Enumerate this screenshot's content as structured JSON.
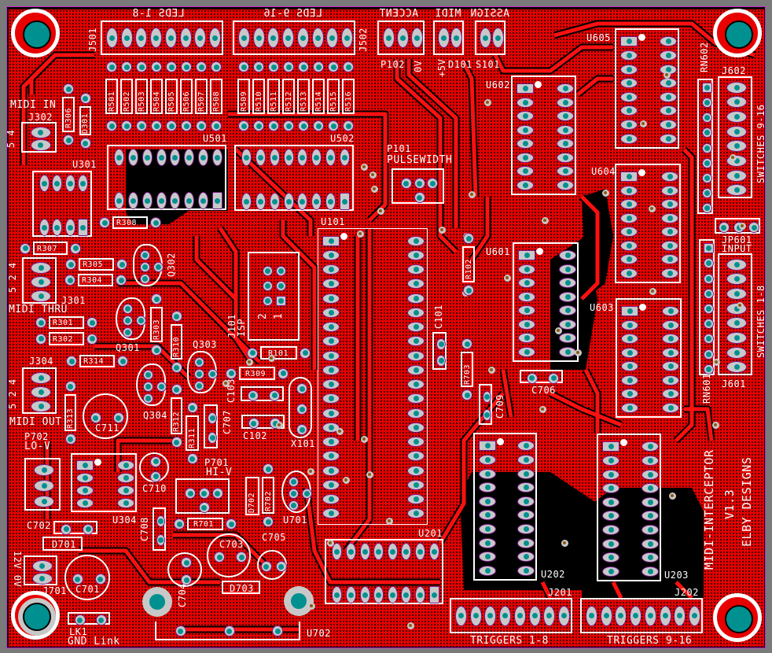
{
  "board": {
    "name": "MIDI-INTERCEPTOR",
    "version": "V1.3",
    "maker": "ELBY DESIGNS",
    "colors": {
      "copper": "#e80000",
      "silkscreen": "#ffffff",
      "pad": "#c8c8c8",
      "drill": "#009090",
      "background": "#7a7a7a"
    }
  },
  "headers": {
    "leds_1_8": "LEDS 1-8",
    "leds_9_16": "LEDS 9-16",
    "accent": "ACCENT",
    "midi": "MIDI",
    "assign": "ASSIGN",
    "pulsewidth": "PULSEWIDTH",
    "midi_in": "MIDI IN",
    "midi_thru": "MIDI THRU",
    "midi_out": "MIDI OUT",
    "lo_v": "LO-V",
    "hi_v": "HI-V",
    "isp": "ISP",
    "switches_9_16": "SWITCHES 9-16",
    "switches_1_8": "SWITCHES 1-8",
    "input": "INPUT",
    "triggers_1_8": "TRIGGERS 1-8",
    "triggers_9_16": "TRIGGERS 9-16",
    "gnd_link": "GND Link",
    "supply": "12V 0V",
    "zero_v": "0V",
    "plus_5v": "+5V",
    "pins_54": "5 4",
    "pins_524a": "5 2 4",
    "pins_524b": "5 2 4",
    "isp_pin2": "2",
    "isp_pin1": "1"
  },
  "designators": {
    "J501": "J501",
    "J502": "J502",
    "P102": "P102",
    "D101": "D101",
    "S101": "S101",
    "R501": "R501",
    "R502": "R502",
    "R503": "R503",
    "R504": "R504",
    "R505": "R505",
    "R506": "R506",
    "R507": "R507",
    "R508": "R508",
    "R509": "R509",
    "R510": "R510",
    "R511": "R511",
    "R512": "R512",
    "R513": "R513",
    "R514": "R514",
    "R515": "R515",
    "R516": "R516",
    "U501": "U501",
    "U502": "U502",
    "U301": "U301",
    "J302": "J302",
    "R306": "R306",
    "D301": "D301",
    "R308": "R308",
    "P101": "P101",
    "U101": "U101",
    "U602": "U602",
    "U605": "U605",
    "U604": "U604",
    "U601": "U601",
    "U603": "U603",
    "RN602": "RN602",
    "J602": "J602",
    "JP601": "JP601",
    "RN601": "RN601",
    "J601": "J601",
    "R102": "R102",
    "R703": "R703",
    "C706": "C706",
    "C709": "C709",
    "C101": "C101",
    "R307": "R307",
    "J301": "J301",
    "R305": "R305",
    "R304": "R304",
    "Q302": "Q302",
    "R301": "R301",
    "R302": "R302",
    "Q301": "Q301",
    "R303": "R303",
    "R310": "R310",
    "Q303": "Q303",
    "Q304": "Q304",
    "J304": "J304",
    "R314": "R314",
    "R313": "R313",
    "C711": "C711",
    "R312": "R312",
    "R311": "R311",
    "C707": "C707",
    "J101": "J101",
    "R101": "R101",
    "R309": "R309",
    "C103": "C103",
    "C102": "C102",
    "X101": "X101",
    "P702": "P702",
    "U304": "U304",
    "C710": "C710",
    "P701": "P701",
    "D702": "D702",
    "R702": "R702",
    "U701": "U701",
    "C702": "C702",
    "D701": "D701",
    "J701": "J701",
    "C701": "C701",
    "C708": "C708",
    "R701": "R701",
    "C703": "C703",
    "C705": "C705",
    "C704": "C704",
    "D703": "D703",
    "U702": "U702",
    "LK1": "LK1",
    "U201": "U201",
    "U202": "U202",
    "U203": "U203",
    "J201": "J201",
    "J202": "J202"
  }
}
